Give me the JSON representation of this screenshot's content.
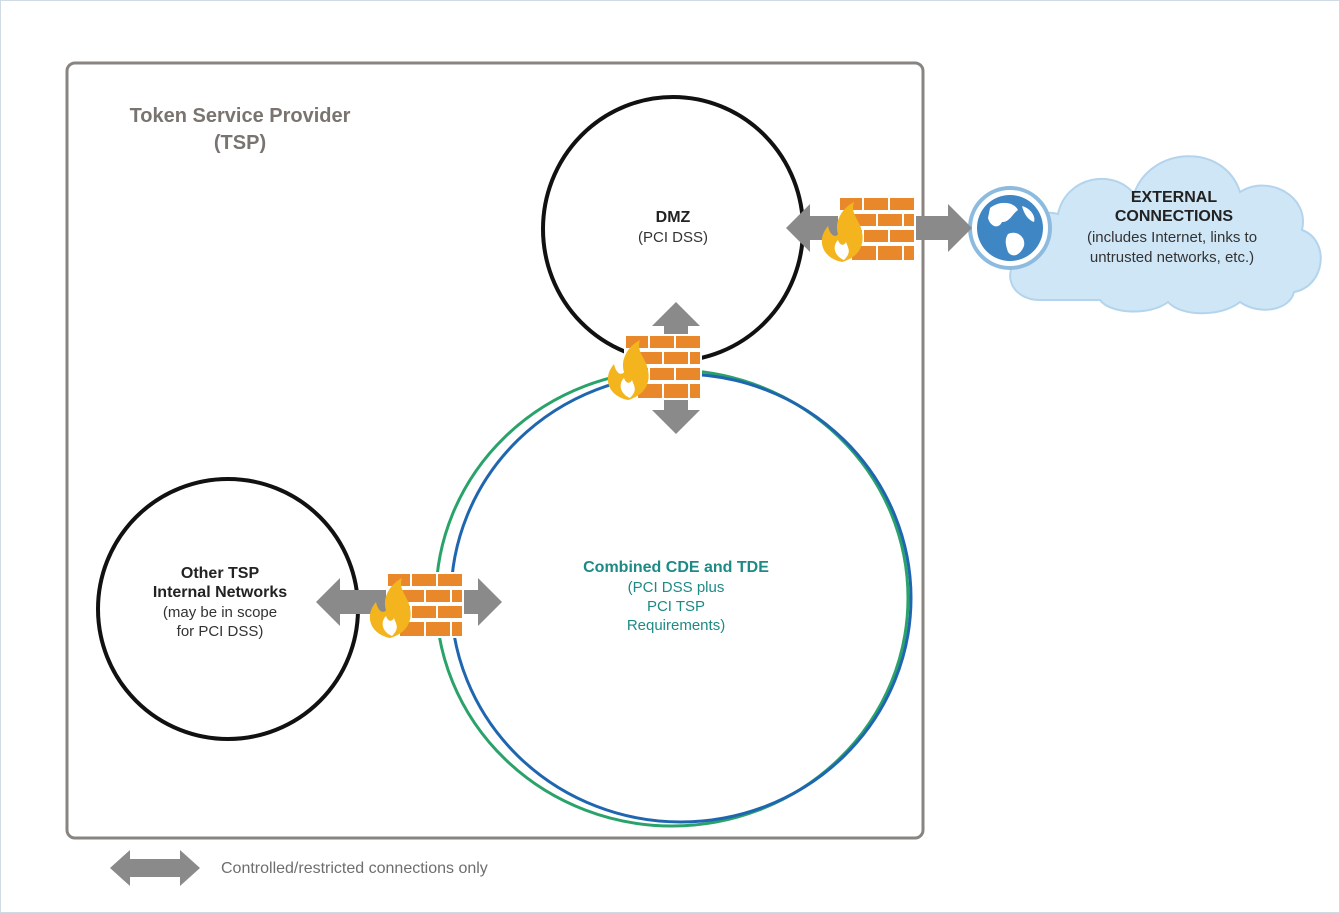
{
  "tsp": {
    "title_line1": "Token Service Provider",
    "title_line2": "(TSP)"
  },
  "dmz": {
    "line1": "DMZ",
    "line2": "(PCI DSS)"
  },
  "external": {
    "line1": "EXTERNAL",
    "line2": "CONNECTIONS",
    "line3": "(includes Internet, links to",
    "line4": "untrusted networks, etc.)"
  },
  "cde": {
    "line1": "Combined CDE and TDE",
    "line2": "(PCI DSS plus",
    "line3": "PCI TSP",
    "line4": "Requirements)"
  },
  "other": {
    "line1": "Other TSP",
    "line2": "Internal Networks",
    "line3": "(may be in scope",
    "line4": "for PCI DSS)"
  },
  "legend": {
    "text": "Controlled/restricted connections only"
  },
  "colors": {
    "outer_border": "#8a8480",
    "circle_stroke": "#111111",
    "cde_green": "#2aa36a",
    "cde_blue": "#1f66b0",
    "cde_text": "#1e8a86",
    "tsp_text": "#7a7470",
    "arrow": "#8a8a8a",
    "brick": "#e8882a",
    "flame": "#f4b41e",
    "cloud": "#cfe6f6",
    "globe": "#3f86c4"
  },
  "icons": [
    "firewall-icon",
    "globe-icon",
    "cloud-icon",
    "double-arrow-icon"
  ]
}
